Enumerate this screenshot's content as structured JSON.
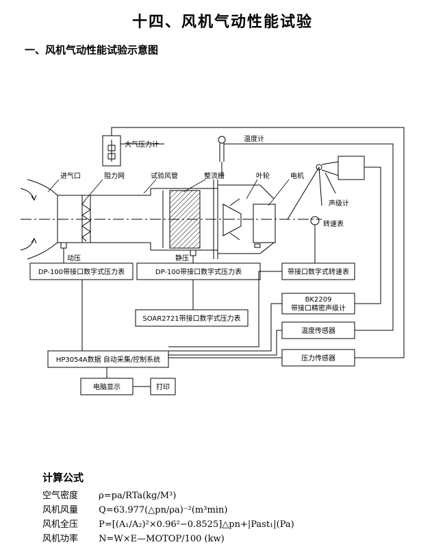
{
  "title": "十四、风机气动性能试验",
  "section": "一、风机气动性能试验示意图",
  "labels": {
    "atm_gauge": "大气压力计",
    "thermometer": "温度计",
    "inlet": "进气口",
    "damper": "阻力网",
    "test_duct": "试验风管",
    "straightener": "整流栅",
    "impeller": "叶轮",
    "motor": "电机",
    "sound_meter": "声级计",
    "tachometer": "转速表",
    "dynamic_pressure": "动压",
    "static_pressure": "静压"
  },
  "boxes": {
    "dp1": "DP-100带接口数字式压力表",
    "dp2": "DP-100带接口数字式压力表",
    "soar": "SOAR2721带接口数字式压力表",
    "tacho_box": "带接口数字式转速表",
    "bk_line1": "BK2209",
    "bk_line2": "带接口精密声级计",
    "temp_sensor": "温度传感器",
    "pressure_sensor": "压力传感器",
    "daq": "HP3054A数据  自动采集/控制系统",
    "computer": "电脑显示",
    "printer": "打印"
  },
  "formulas": {
    "heading": "计算公式",
    "rows": [
      {
        "name": "空气密度",
        "expr": "ρ=pa/RTa(kg/M³)"
      },
      {
        "name": "风机风量",
        "expr": "Q=63.977(△pn/ρa)⁻²(m³min)"
      },
      {
        "name": "风机全压",
        "expr": "P=[(A₁/A₂)²×0.96²−0.8525]△pn+|Past₁|(Pa)"
      },
      {
        "name": "风机功率",
        "expr": "N=W×E—MOTOP/100 (kw)"
      }
    ]
  }
}
